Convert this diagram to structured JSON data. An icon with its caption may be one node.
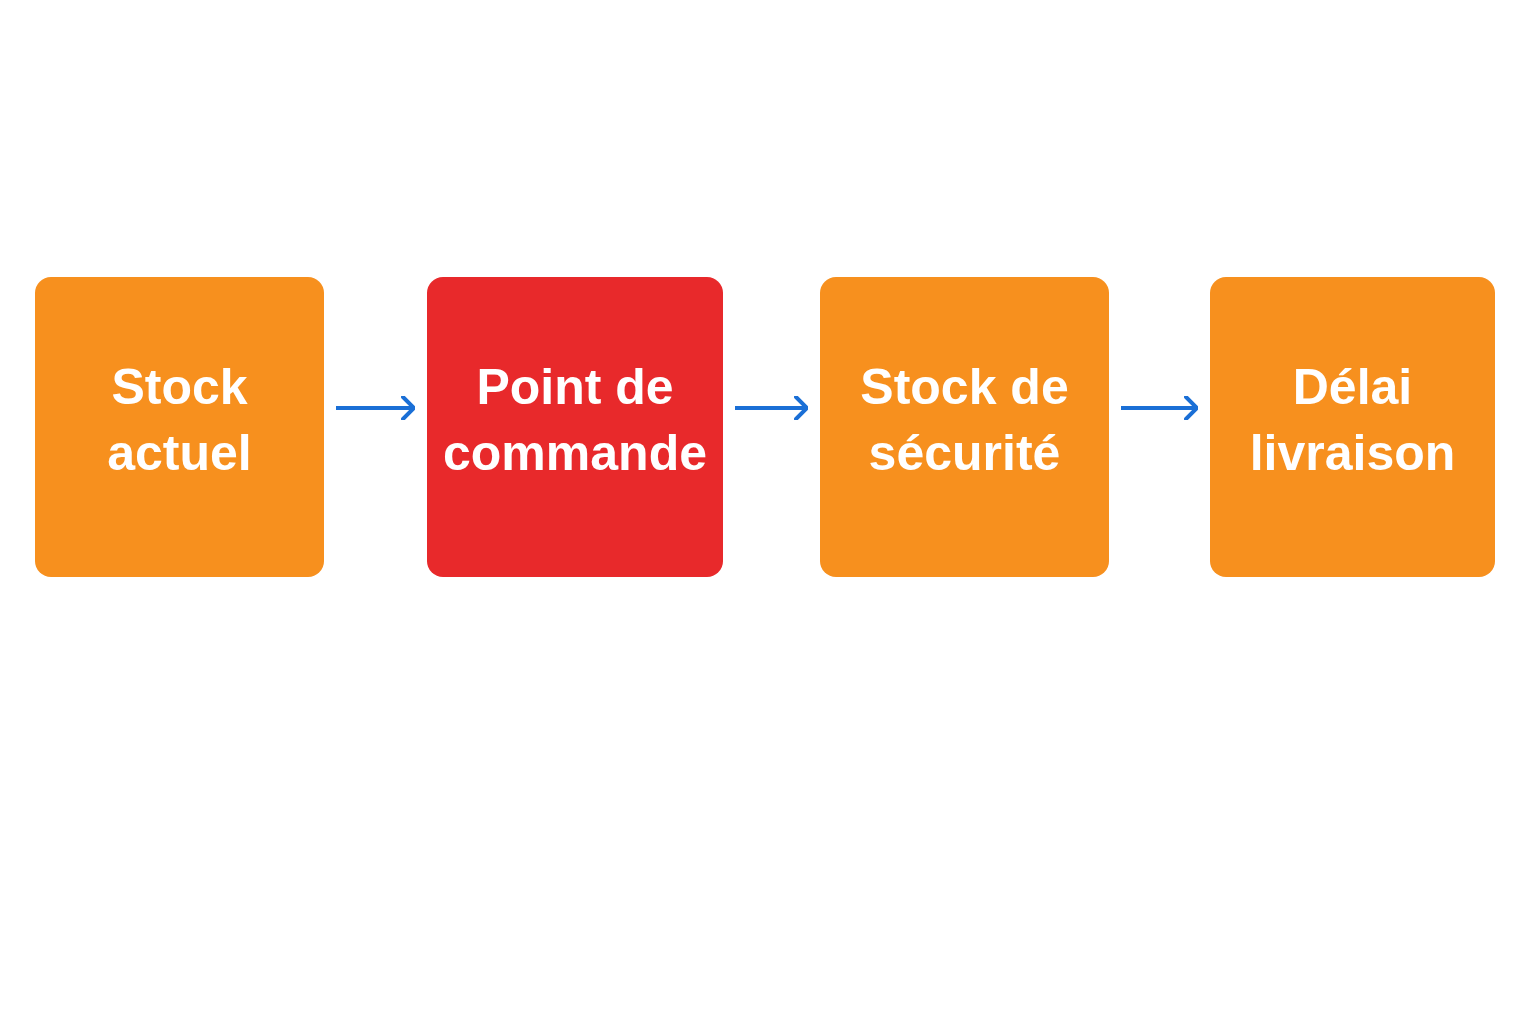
{
  "diagram": {
    "nodes": [
      {
        "text": [
          "Stock actuel"
        ]
      },
      {
        "text": [
          "Point de commande"
        ]
      },
      {
        "text": [
          "Stock de sécurité"
        ]
      },
      {
        "text": [
          "Délai livraison"
        ]
      }
    ],
    "edges": [
      {
        "from": 0,
        "to": 1,
        "arrow": "to"
      },
      {
        "from": 1,
        "to": 2,
        "arrow": "to"
      },
      {
        "from": 2,
        "to": 3,
        "arrow": "to"
      }
    ]
  }
}
